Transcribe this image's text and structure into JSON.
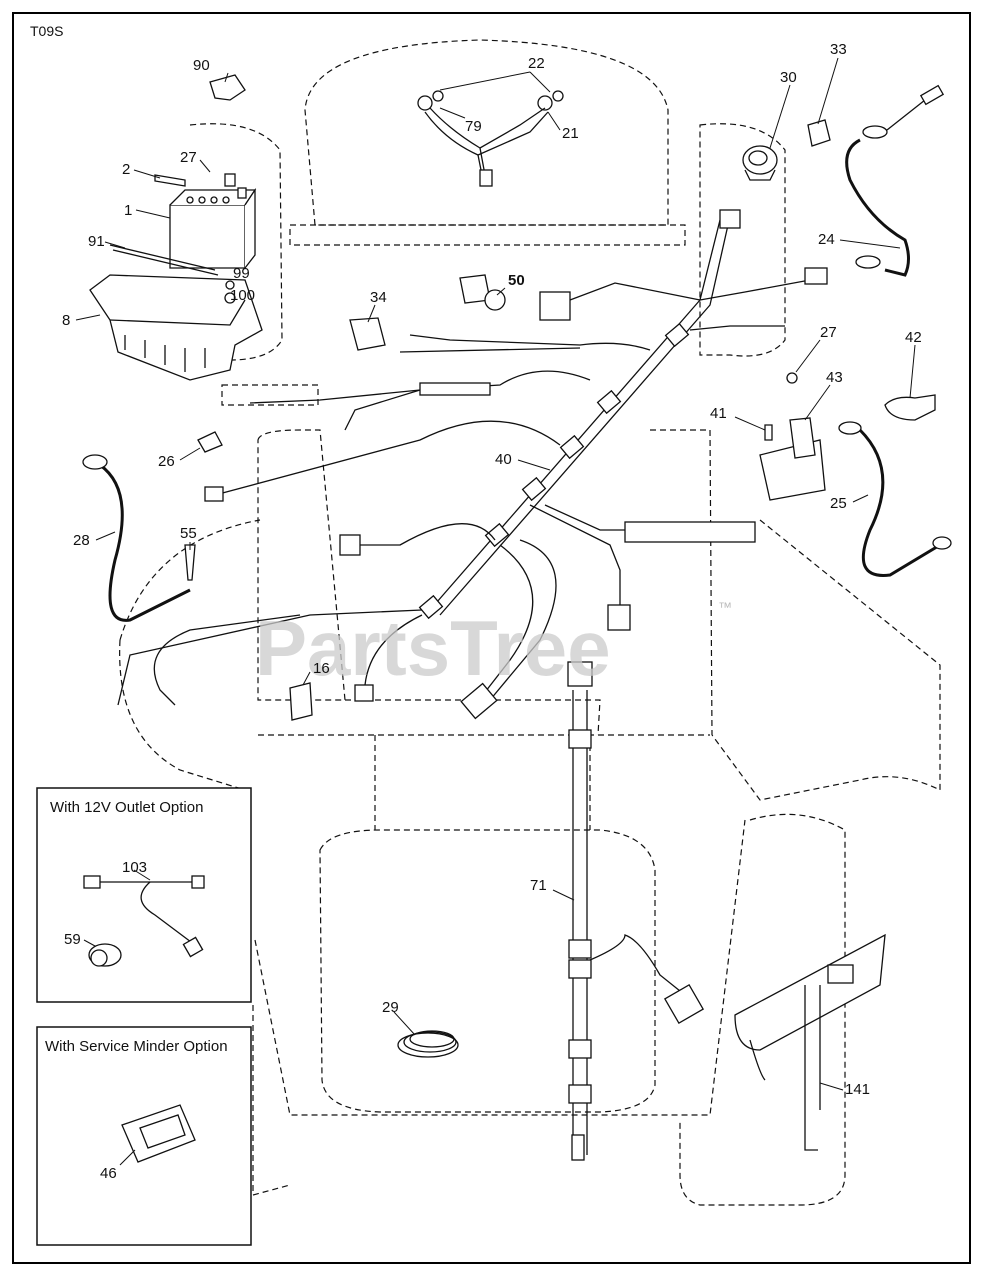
{
  "diagram_code": "T09S",
  "watermark": "PartsTree",
  "watermark_tm": "™",
  "option_boxes": [
    {
      "title": "With 12V Outlet Option",
      "parts": [
        "103",
        "59"
      ]
    },
    {
      "title": "With Service Minder Option",
      "parts": [
        "46"
      ]
    }
  ],
  "labels": {
    "p1": "1",
    "p2": "2",
    "p8": "8",
    "p16": "16",
    "p21": "21",
    "p22": "22",
    "p24": "24",
    "p25": "25",
    "p26": "26",
    "p27a": "27",
    "p27b": "27",
    "p28": "28",
    "p29": "29",
    "p30": "30",
    "p33": "33",
    "p34": "34",
    "p40": "40",
    "p41": "41",
    "p42": "42",
    "p43": "43",
    "p46": "46",
    "p50": "50",
    "p55": "55",
    "p59": "59",
    "p71": "71",
    "p79": "79",
    "p90": "90",
    "p91": "91",
    "p99": "99",
    "p100": "100",
    "p103": "103",
    "p141": "141"
  },
  "colors": {
    "line": "#111111",
    "background": "#ffffff",
    "watermark": "#cccccc"
  }
}
